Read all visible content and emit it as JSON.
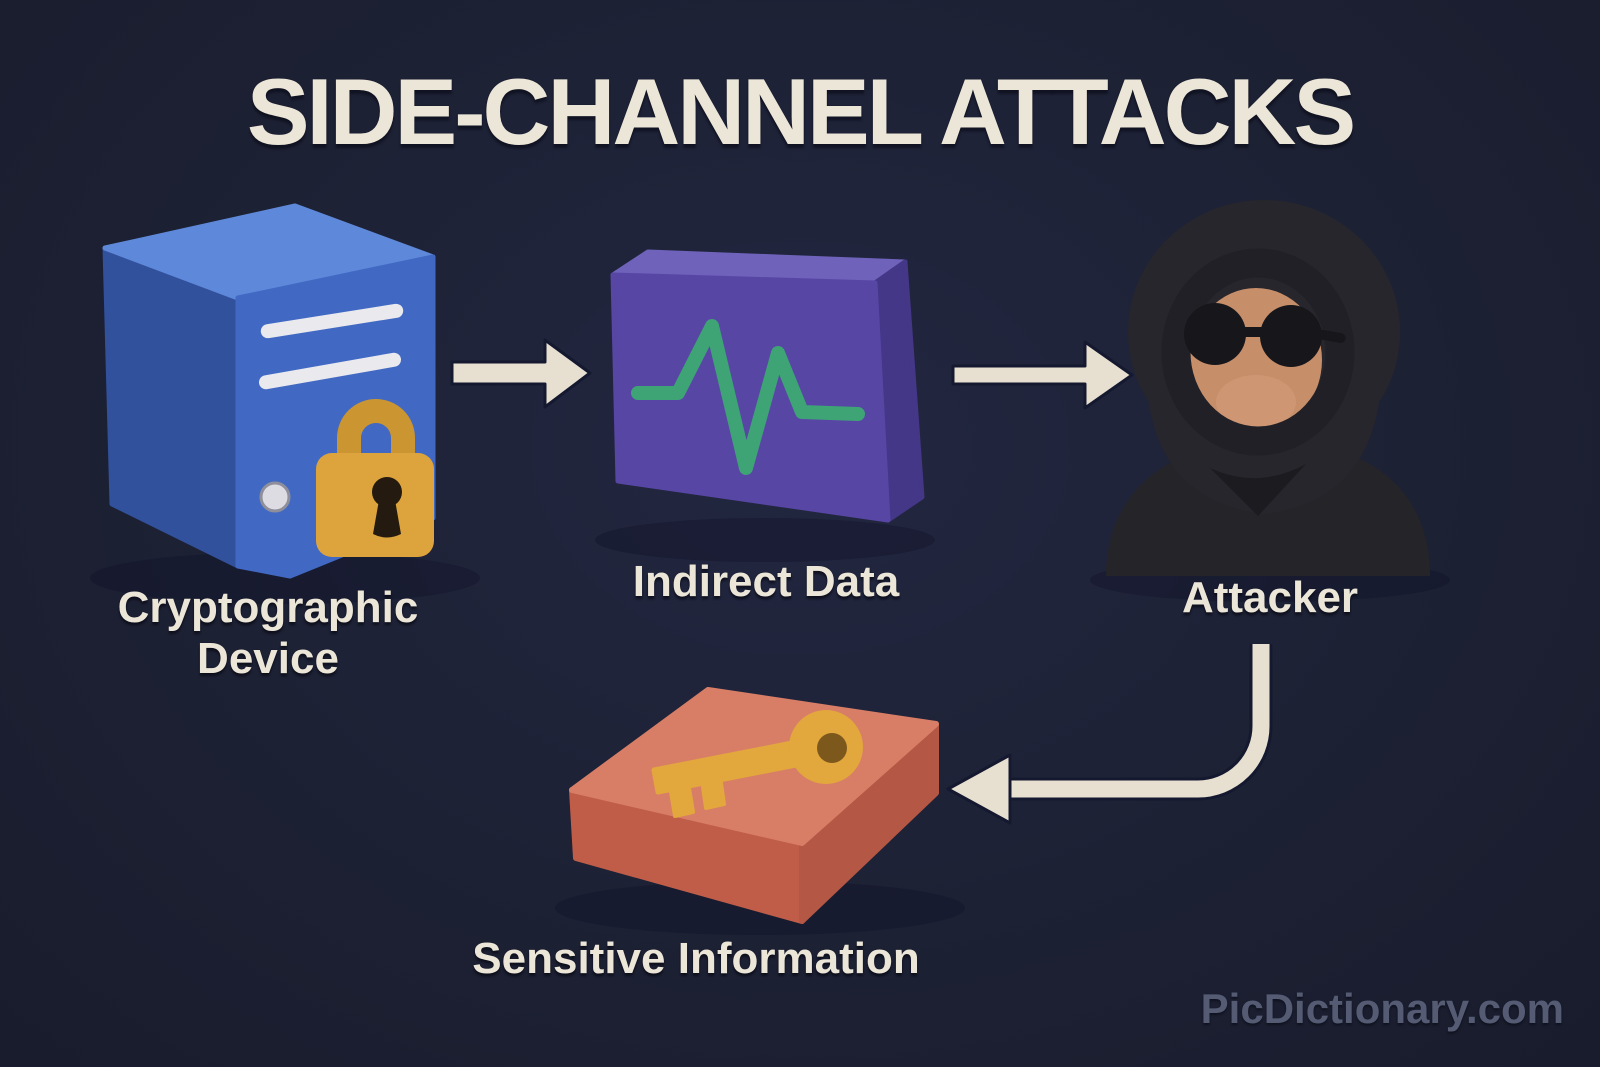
{
  "page": {
    "title": "SIDE-CHANNEL ATTACKS",
    "watermark": "PicDictionary.com"
  },
  "diagram": {
    "nodes": [
      {
        "id": "cryptographic-device",
        "label": "Cryptographic Device",
        "icon": "locked-server-icon"
      },
      {
        "id": "indirect-data",
        "label": "Indirect Data",
        "icon": "pulse-signal-box-icon"
      },
      {
        "id": "attacker",
        "label": "Attacker",
        "icon": "hooded-attacker-icon"
      },
      {
        "id": "sensitive-information",
        "label": "Sensitive Information",
        "icon": "key-on-box-icon"
      }
    ],
    "flow": [
      {
        "from": "cryptographic-device",
        "to": "indirect-data"
      },
      {
        "from": "indirect-data",
        "to": "attacker"
      },
      {
        "from": "attacker",
        "to": "sensitive-information"
      }
    ]
  },
  "palette": {
    "background": "#1d2134",
    "text_cream": "#ece6d8",
    "arrow_cream": "#e7e0d1",
    "device_blue": "#4169c4",
    "device_blue_top": "#5e89da",
    "device_blue_side": "#32519c",
    "lock_gold": "#dda33d",
    "data_purple": "#5846a5",
    "data_purple_top": "#6f62bb",
    "signal_green": "#3ea475",
    "hood_black": "#26262c",
    "skin_tan": "#c78e6a",
    "box_red": "#d87e66",
    "key_gold": "#e2a73d",
    "watermark_gray": "#545b73"
  }
}
